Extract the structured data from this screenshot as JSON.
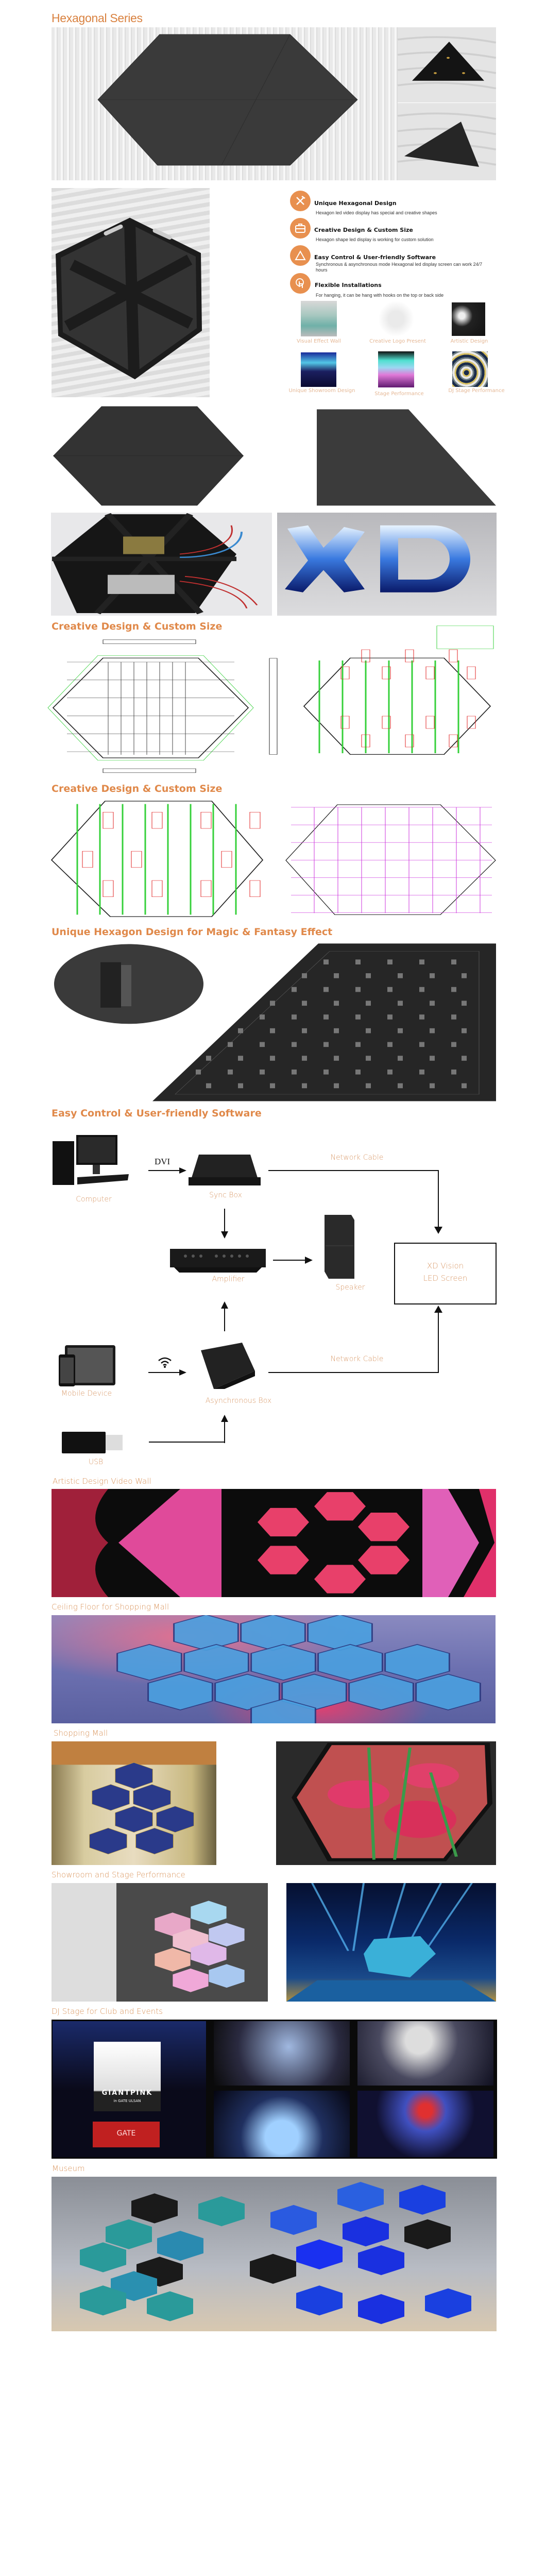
{
  "header": {
    "title": "Hexagonal Series"
  },
  "features": [
    {
      "icon": "hammer-wrench-icon",
      "title": "Unique Hexagonal Design",
      "desc": "Hexagon led video display has special and creative shapes"
    },
    {
      "icon": "briefcase-icon",
      "title": "Creative Design & Custom Size",
      "desc": "Hexagon shape led display is working for custom solution"
    },
    {
      "icon": "triangle-icon",
      "title": "Easy Control & User-friendly Software",
      "desc": "Synchronous & asynchronous mode Hexagonal led display screen can work 24/7 hours"
    },
    {
      "icon": "touch-hand-icon",
      "title": "Flexible Installations",
      "desc": "For hanging, it can be hang with hooks on the top or back side"
    }
  ],
  "thumbnails": [
    {
      "label": "Visual Effect  Wall"
    },
    {
      "label": "Creative Logo Present"
    },
    {
      "label": "Artistic Design"
    },
    {
      "label": "Unique Showroom Design"
    },
    {
      "label": "Stage Performance"
    },
    {
      "label": "DJ Stage Performance"
    }
  ],
  "sections": {
    "creative_1": "Creative Design & Custom Size",
    "creative_2": "Creative Design & Custom Size",
    "unique_hexagon": "Unique Hexagon Design for Magic & Fantasy Effect",
    "easy_control": "Easy Control & User-friendly Software"
  },
  "diagram": {
    "computer": "Computer",
    "dvi": "DVI",
    "sync_box": "Sync Box",
    "network_cable_top": "Network Cable",
    "amplifier": "Amplifier",
    "speaker": "Speaker",
    "screen_line1": "XD Vision",
    "screen_line2": "LED Screen",
    "mobile_device": "Mobile Device",
    "async_box": "Asynchronous Box",
    "network_cable_bottom": "Network Cable",
    "usb": "USB"
  },
  "galleries": {
    "artistic": "Artistic Design Video Wall",
    "ceiling": "Ceiling Floor for Shopping Mall",
    "shopping": "Shopping Mall",
    "showroom": "Showroom and Stage Performance",
    "dj": "DJ Stage for Club and Events",
    "museum": "Museum"
  },
  "dj_poster": {
    "title": "GIANTPINK",
    "subtitle": "in GATE ULSAN",
    "logo": "GATE"
  },
  "colors": {
    "accent": "#e0894a",
    "caption": "#d9935a",
    "cad_green": "#35d03a",
    "cad_red": "#e02020",
    "cad_magenta": "#cc33dd"
  }
}
